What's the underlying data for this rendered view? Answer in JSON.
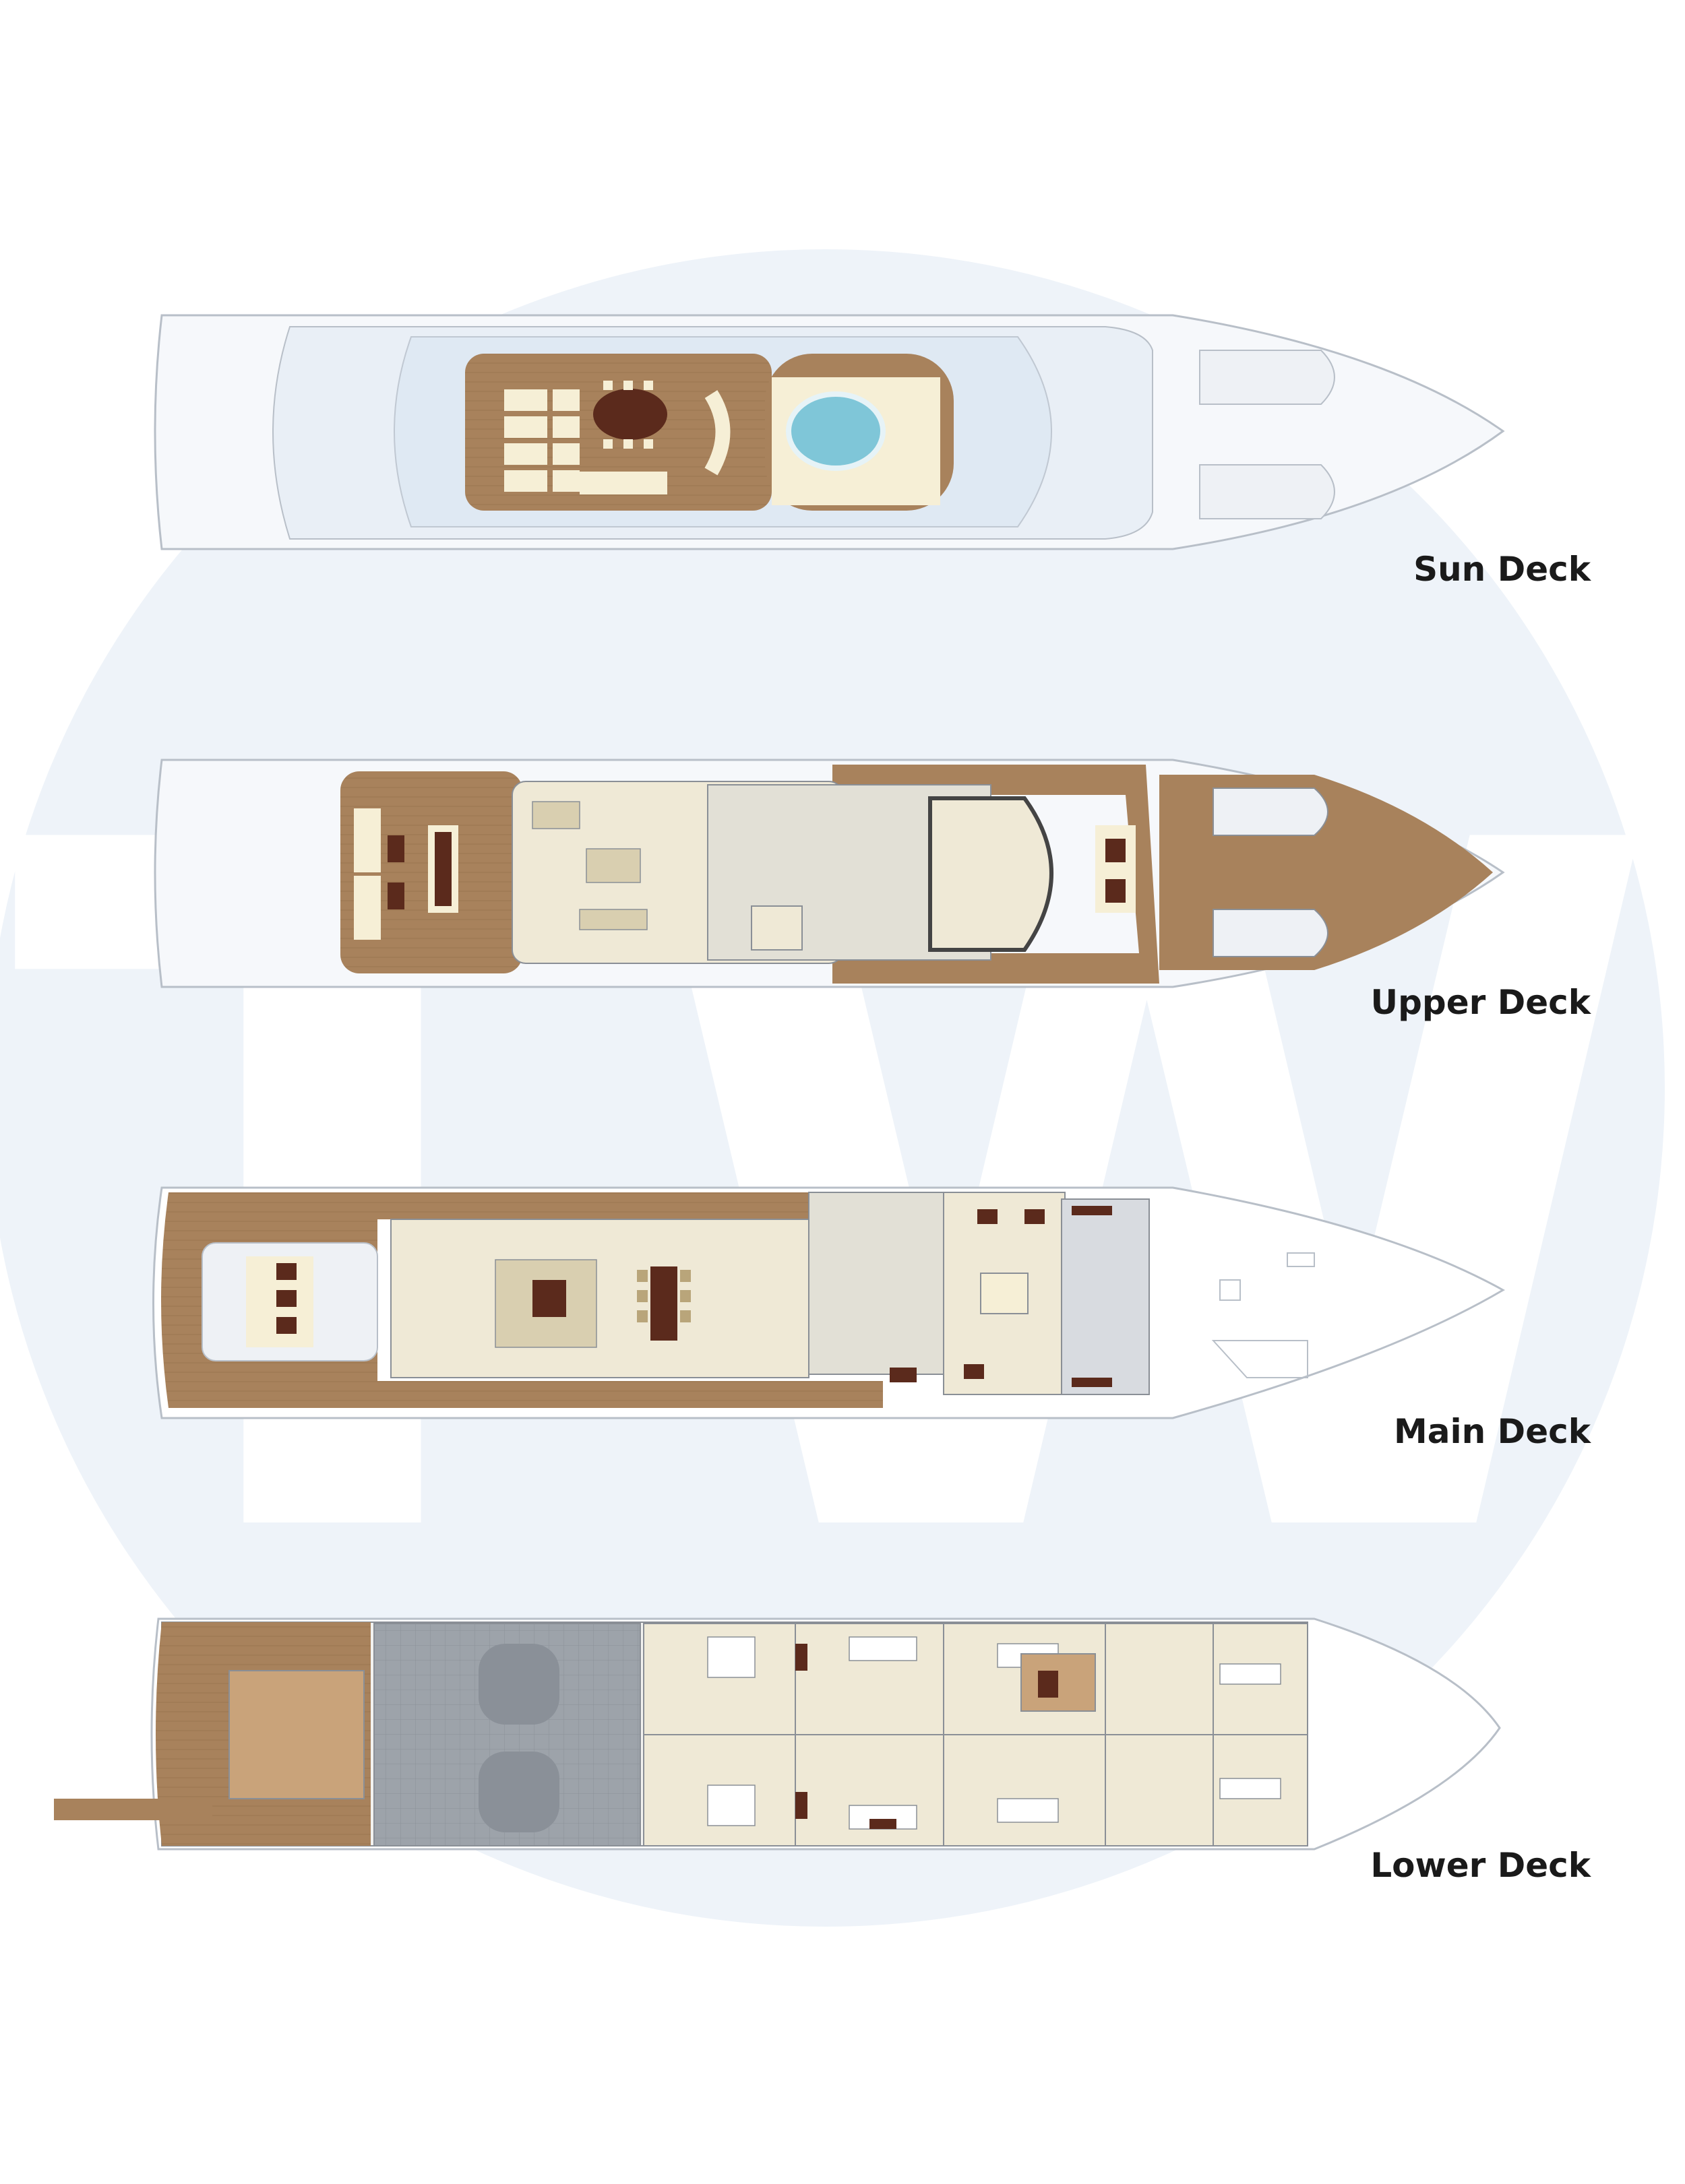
{
  "watermark": {
    "letters": "TW"
  },
  "decks": [
    {
      "id": "sun",
      "label": "Sun Deck"
    },
    {
      "id": "upper",
      "label": "Upper Deck"
    },
    {
      "id": "main",
      "label": "Main Deck"
    },
    {
      "id": "lower",
      "label": "Lower Deck"
    }
  ],
  "colors": {
    "background": "#ffffff",
    "watermark_circle": "#eef3f9",
    "watermark_letters": "#ffffff",
    "hull_line": "#b8bfc8",
    "deck_wood": "#a8825c",
    "interior_cream": "#efe9d6",
    "furniture_brown": "#5b2a1c",
    "cushion_cream": "#f6efd6",
    "grey_tech": "#8f959c",
    "pool_water": "#7fc6d8"
  }
}
